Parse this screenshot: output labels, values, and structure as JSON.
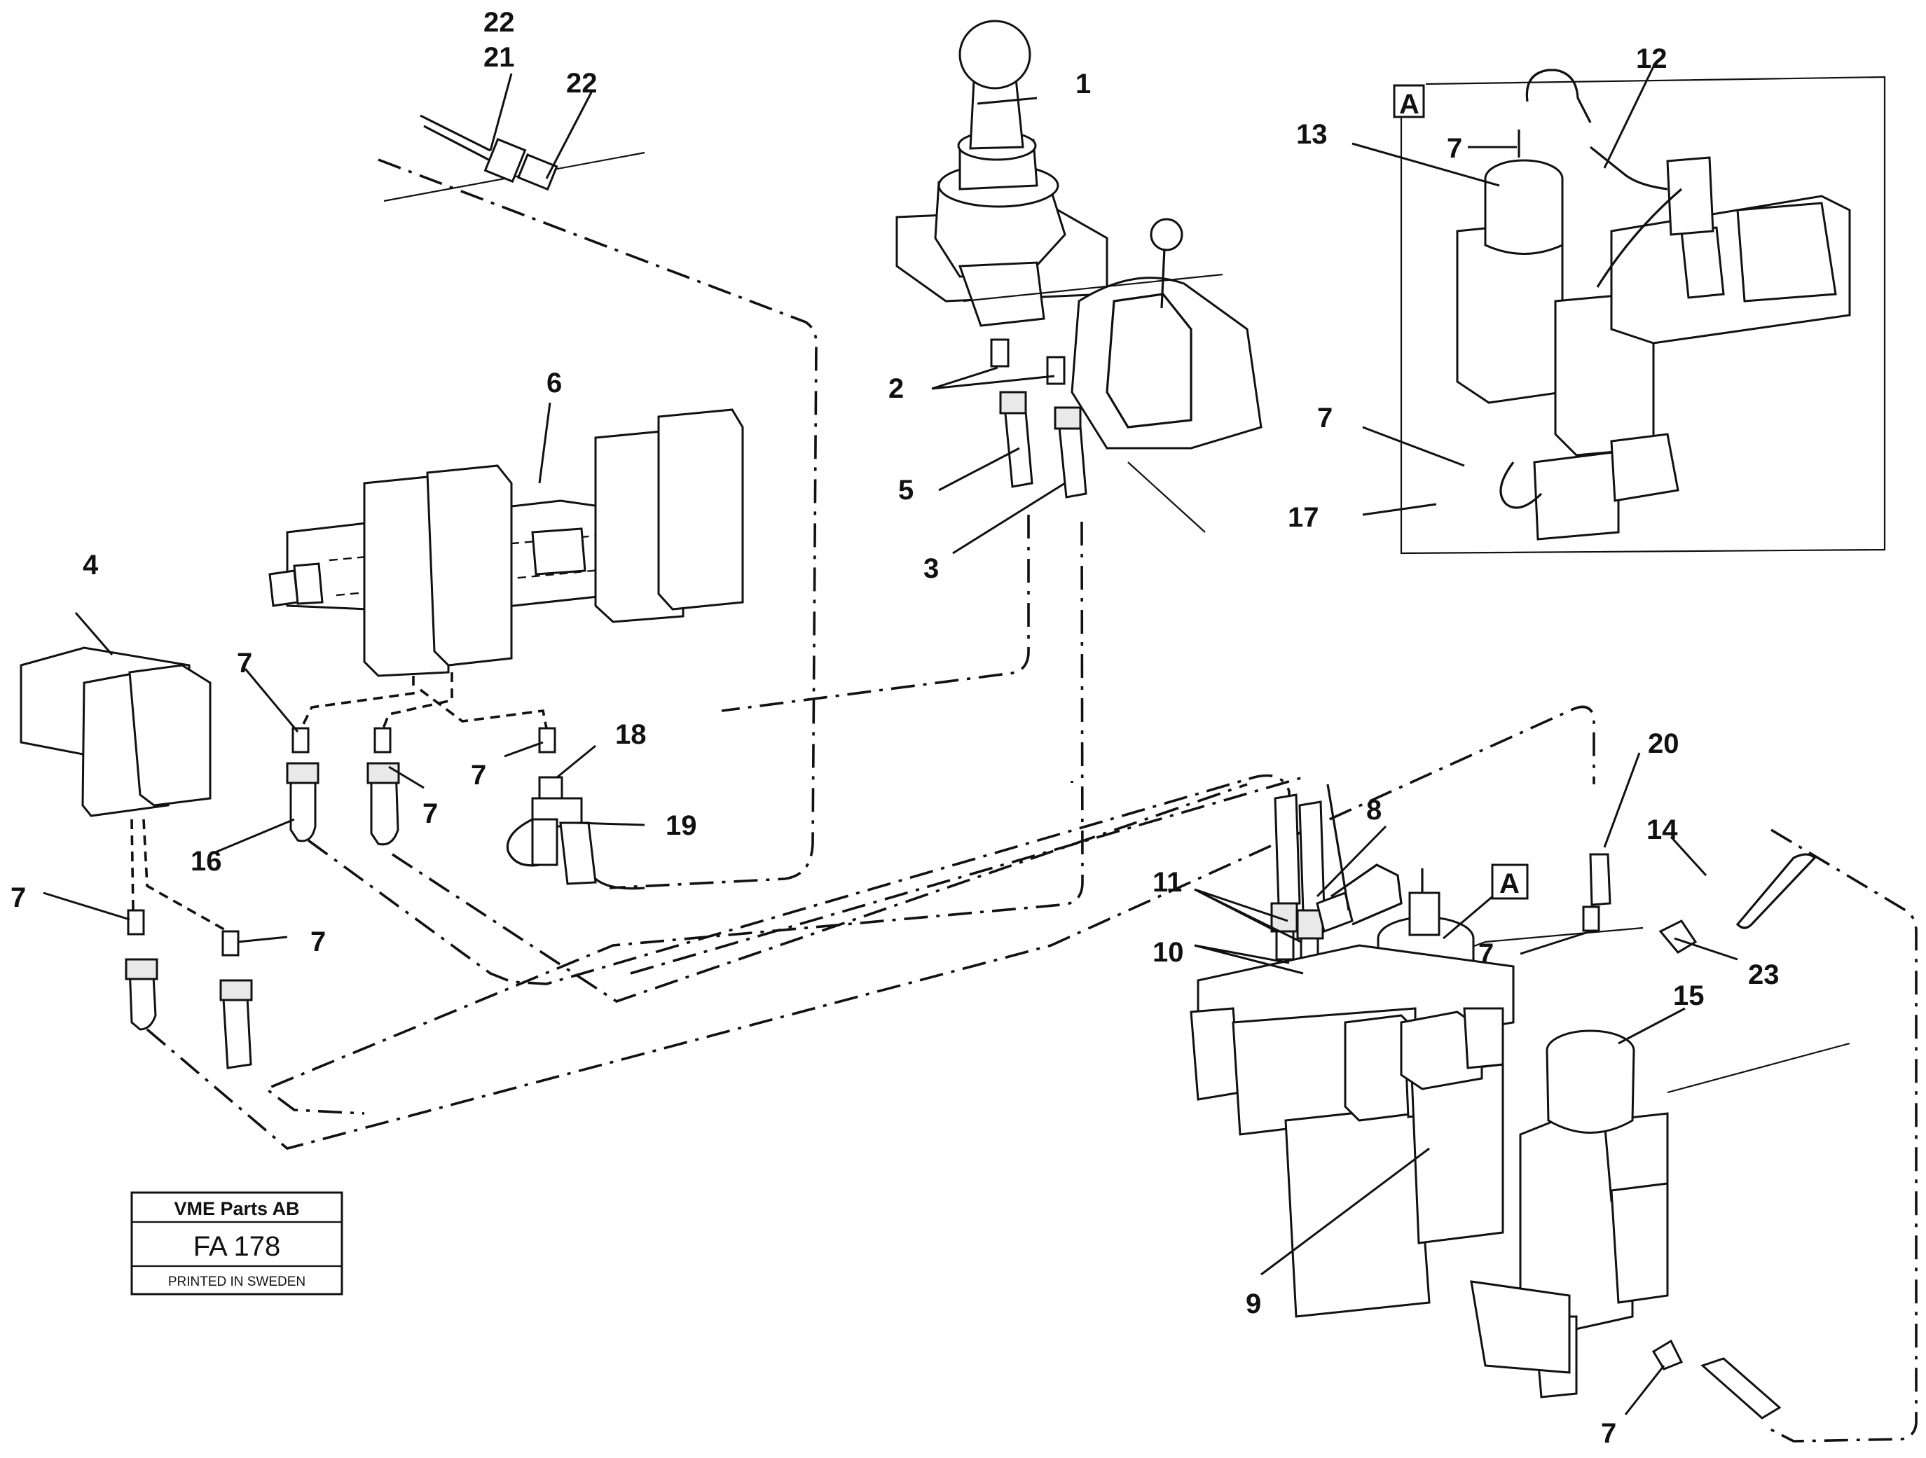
{
  "callouts": {
    "c1": "1",
    "c2": "2",
    "c3": "3",
    "c4": "4",
    "c5": "5",
    "c6": "6",
    "c7": "7",
    "c8": "8",
    "c9": "9",
    "c10": "10",
    "c11": "11",
    "c12": "12",
    "c13": "13",
    "c14": "14",
    "c15": "15",
    "c16": "16",
    "c17": "17",
    "c18": "18",
    "c19": "19",
    "c20": "20",
    "c21": "21",
    "c22": "22",
    "c23": "23"
  },
  "detail_marker": "A",
  "stamp": {
    "company": "VME Parts AB",
    "code": "FA 178",
    "printed": "PRINTED IN SWEDEN"
  }
}
